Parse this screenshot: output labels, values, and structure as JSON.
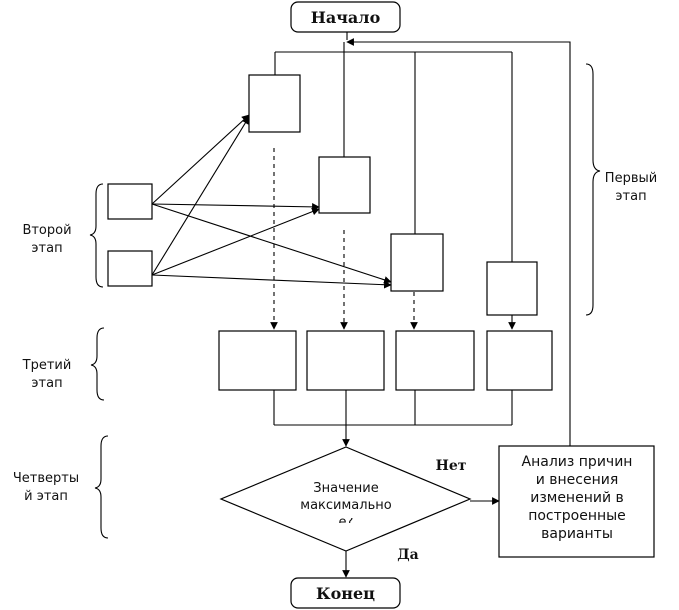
{
  "terminals": {
    "start": "Начало",
    "end": "Конец"
  },
  "decision": {
    "line1": "Значение",
    "line2": "максимально",
    "line3": "е?"
  },
  "branches": {
    "no": "Нет",
    "yes": "Да"
  },
  "analysis_box": {
    "line1": "Анализ причин",
    "line2": "и внесения",
    "line3": "изменений в",
    "line4": "построенные",
    "line5": "варианты"
  },
  "stages": {
    "first": {
      "line1": "Первый",
      "line2": "этап"
    },
    "second": {
      "line1": "Второй",
      "line2": "этап"
    },
    "third": {
      "line1": "Третий",
      "line2": "этап"
    },
    "fourth": {
      "line1": "Четверты",
      "line2": "й этап"
    }
  }
}
